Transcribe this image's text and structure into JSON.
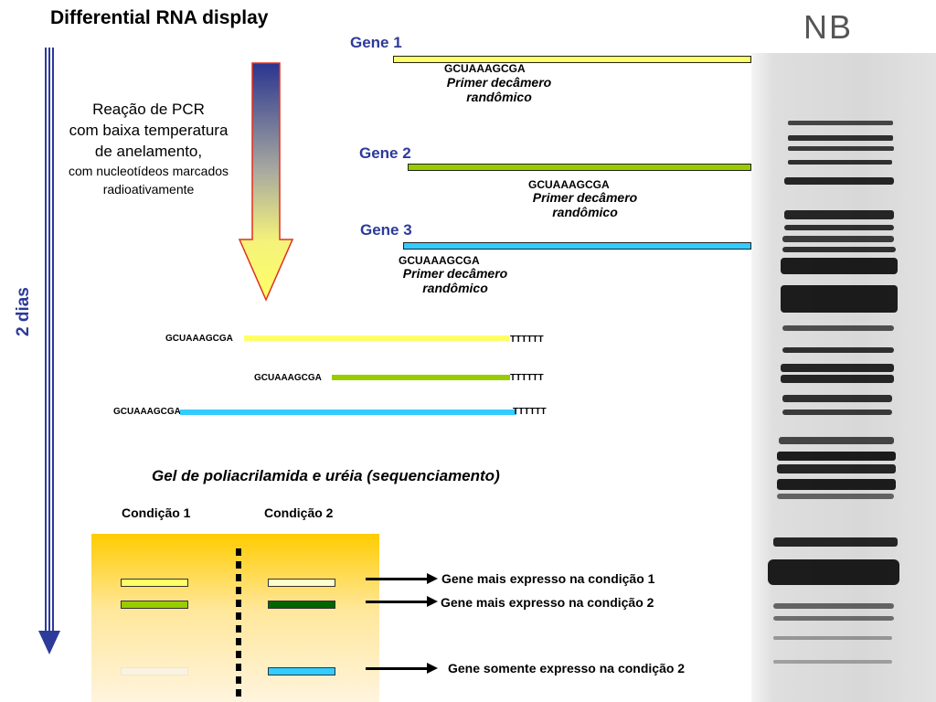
{
  "title": "Differential RNA display",
  "timeline": {
    "label": "2 dias"
  },
  "pcr": {
    "line1": "Reação de PCR",
    "line2": "com baixa temperatura",
    "line3": "de anelamento,",
    "line4": "com nucleotídeos marcados",
    "line5": "radioativamente"
  },
  "genes": [
    {
      "name": "Gene 1",
      "primer_seq": "GCUAAAGCGA",
      "primer_line1": "Primer decâmero",
      "primer_line2": "randômico",
      "color": "#ffff66"
    },
    {
      "name": "Gene 2",
      "primer_seq": "GCUAAAGCGA",
      "primer_line1": "Primer decâmero",
      "primer_line2": "randômico",
      "color": "#99cc00"
    },
    {
      "name": "Gene 3",
      "primer_seq": "GCUAAAGCGA",
      "primer_line1": "Primer decâmero",
      "primer_line2": "randômico",
      "color": "#33ccff"
    }
  ],
  "products": [
    {
      "seq": "GCUAAAGCGA",
      "tail": "TTTTTT"
    },
    {
      "seq": "GCUAAAGCGA",
      "tail": "TTTTTT"
    },
    {
      "seq": "GCUAAAGCGA",
      "tail": "TTTTTT"
    }
  ],
  "gel": {
    "title": "Gel de poliacrilamida e uréia (sequenciamento)",
    "condition1": "Condição 1",
    "condition2": "Condição 2",
    "results": [
      "Gene mais expresso na condição 1",
      "Gene mais expresso na condição 2",
      "Gene somente expresso na condição 2"
    ]
  },
  "photo": {
    "label": "NB"
  }
}
